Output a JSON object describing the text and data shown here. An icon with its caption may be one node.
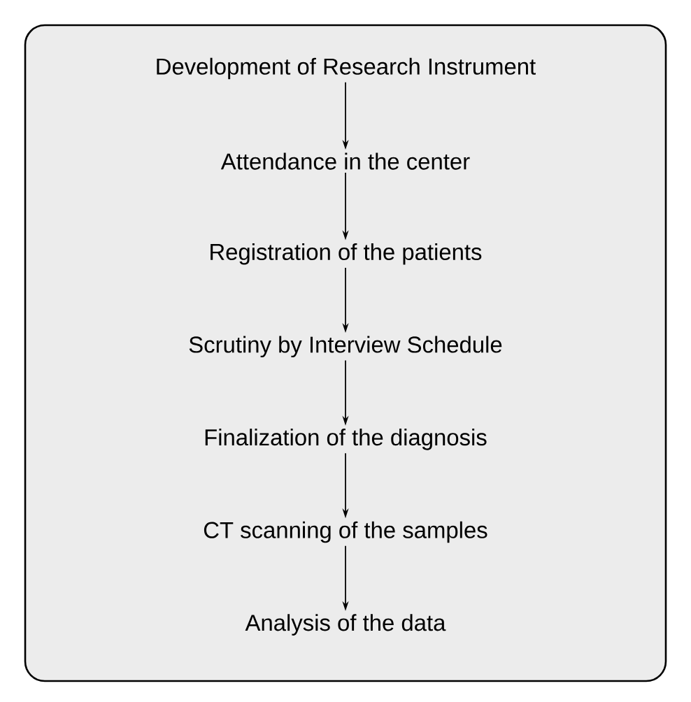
{
  "diagram": {
    "nodes": [
      {
        "text": [
          "Development of Research Instrument"
        ]
      },
      {
        "text": [
          "Attendance in the center"
        ]
      },
      {
        "text": [
          "Registration of the patients"
        ]
      },
      {
        "text": [
          "Scrutiny by Interview Schedule"
        ]
      },
      {
        "text": [
          "Finalization of the diagnosis"
        ]
      },
      {
        "text": [
          "CT scanning of the samples"
        ]
      },
      {
        "text": [
          "Analysis of the data"
        ]
      }
    ],
    "edges": [
      {
        "from": 0,
        "to": 1,
        "arrow": "to"
      },
      {
        "from": 1,
        "to": 2,
        "arrow": "to"
      },
      {
        "from": 2,
        "to": 3,
        "arrow": "to"
      },
      {
        "from": 3,
        "to": 4,
        "arrow": "to"
      },
      {
        "from": 4,
        "to": 5,
        "arrow": "to"
      },
      {
        "from": 5,
        "to": 6,
        "arrow": "to"
      }
    ]
  }
}
